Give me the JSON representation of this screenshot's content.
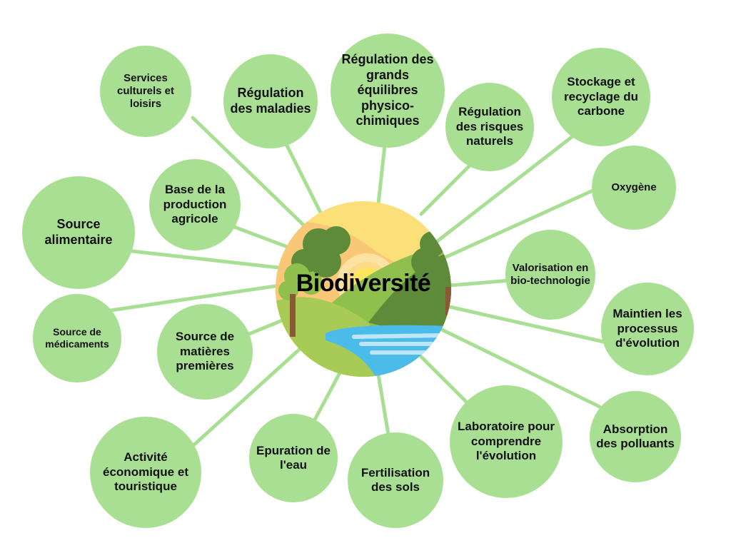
{
  "diagram": {
    "title": "Biodiversité",
    "colors": {
      "node_fill": "#a9df93",
      "connector": "#a9df93",
      "text": "#111111",
      "sky": "#fbe07a",
      "sun": "#ffe55c",
      "hill_dark": "#5d8b3a",
      "hill_light": "#8fbf4d",
      "water": "#4bbce9"
    },
    "nodes": [
      {
        "id": "services-culturels",
        "label": "Services culturels et loisirs"
      },
      {
        "id": "regulation-maladies",
        "label": "Régulation des maladies"
      },
      {
        "id": "regulation-equilibres",
        "label": "Régulation des grands équilibres physico-chimiques"
      },
      {
        "id": "regulation-risques",
        "label": "Régulation des risques naturels"
      },
      {
        "id": "stockage-carbone",
        "label": "Stockage et recyclage du carbone"
      },
      {
        "id": "oxygene",
        "label": "Oxygène"
      },
      {
        "id": "biotechnologie",
        "label": "Valorisation en bio-technologie"
      },
      {
        "id": "processus-evolution",
        "label": "Maintien les processus d'évolution"
      },
      {
        "id": "absorption-polluants",
        "label": "Absorption des polluants"
      },
      {
        "id": "laboratoire-evolution",
        "label": "Laboratoire pour comprendre l'évolution"
      },
      {
        "id": "fertilisation-sols",
        "label": "Fertilisation des sols"
      },
      {
        "id": "epuration-eau",
        "label": "Epuration de l'eau"
      },
      {
        "id": "activite-economique",
        "label": "Activité économique et touristique"
      },
      {
        "id": "matieres-premieres",
        "label": "Source de matières premières"
      },
      {
        "id": "medicaments",
        "label": "Source de médicaments"
      },
      {
        "id": "source-alimentaire",
        "label": "Source alimentaire"
      },
      {
        "id": "production-agricole",
        "label": "Base de la production agricole"
      }
    ]
  }
}
